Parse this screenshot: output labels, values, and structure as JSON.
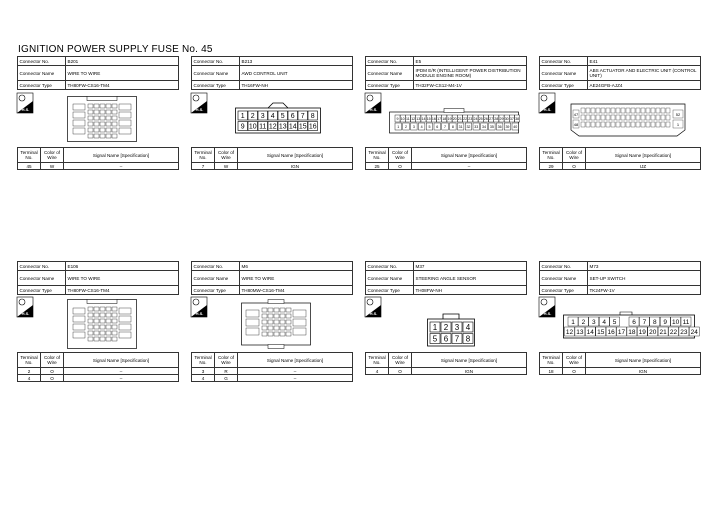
{
  "page_title": "IGNITION POWER SUPPLY FUSE No. 45",
  "labels": {
    "connector_no": "Connector No.",
    "connector_name": "Connector Name",
    "connector_type": "Connector Type",
    "terminal_no": "Terminal No.",
    "color_of_wire": "Color of Wire",
    "signal_name": "Signal Name [Specification]",
    "hs_badge": "H.S."
  },
  "connectors": [
    {
      "no": "B201",
      "name": "WIRE TO WIRE",
      "type": "TH80FW-CS16-TM4",
      "rows": [
        {
          "terminal": "45",
          "color": "W",
          "signal": "–"
        }
      ]
    },
    {
      "no": "B213",
      "name": "AWD CONTROL UNIT",
      "type": "TH16FW-NH",
      "rows": [
        {
          "terminal": "7",
          "color": "W",
          "signal": "IGN"
        }
      ],
      "pins": [
        "1",
        "2",
        "3",
        "4",
        "5",
        "6",
        "7",
        "8",
        "9",
        "10",
        "11",
        "12",
        "13",
        "14",
        "15",
        "16"
      ]
    },
    {
      "no": "E5",
      "name": "IPDM E/R (INTELLIGENT POWER DISTRIBUTION MODULE ENGINE ROOM)",
      "type": "TH32FW-CS12-M4-1V",
      "rows": [
        {
          "terminal": "25",
          "color": "O",
          "signal": "–"
        }
      ]
    },
    {
      "no": "E41",
      "name": "ABS ACTUATOR AND ELECTRIC UNIT (CONTROL UNIT)",
      "type": "AE24GFB-AJZ4",
      "rows": [
        {
          "terminal": "29",
          "color": "O",
          "signal": "IJZ"
        }
      ]
    },
    {
      "no": "E106",
      "name": "WIRE TO WIRE",
      "type": "TH80FW-CS16-TM4",
      "rows": [
        {
          "terminal": "2",
          "color": "O",
          "signal": "–"
        },
        {
          "terminal": "4",
          "color": "O",
          "signal": "–"
        }
      ]
    },
    {
      "no": "M6",
      "name": "WIRE TO WIRE",
      "type": "TH80MW-CS16-TM4",
      "rows": [
        {
          "terminal": "3",
          "color": "R",
          "signal": "–"
        },
        {
          "terminal": "4",
          "color": "G",
          "signal": "–"
        }
      ]
    },
    {
      "no": "M37",
      "name": "STEERING ANGLE SENSOR",
      "type": "TH08FW-NH",
      "rows": [
        {
          "terminal": "4",
          "color": "O",
          "signal": "IGN"
        }
      ],
      "pins": [
        "1",
        "2",
        "3",
        "4",
        "5",
        "6",
        "7",
        "8"
      ]
    },
    {
      "no": "M73",
      "name": "SET-UP SWITCH",
      "type": "TK24FW-1V",
      "rows": [
        {
          "terminal": "18",
          "color": "O",
          "signal": "IGN"
        }
      ],
      "pins": [
        "1",
        "2",
        "3",
        "4",
        "5",
        "6",
        "7",
        "8",
        "9",
        "10",
        "11",
        "12",
        "13",
        "14",
        "15",
        "16",
        "17",
        "18",
        "19",
        "20",
        "21",
        "22",
        "23",
        "24"
      ]
    }
  ],
  "e5_pins": {
    "top": [
      "9",
      "10",
      "11",
      "12",
      "13",
      "14",
      "15",
      "16",
      "17",
      "18",
      "19",
      "20",
      "21",
      "22",
      "23",
      "24",
      "25",
      "26",
      "27",
      "28",
      "29",
      "30",
      "37",
      "38"
    ],
    "bot": [
      "1",
      "2",
      "3",
      "4",
      "5",
      "6",
      "7",
      "8",
      "31",
      "32",
      "33",
      "34",
      "35",
      "36",
      "39",
      "40"
    ]
  },
  "e41_pins": {
    "left_top": "47",
    "left_bot": "48",
    "right_top": "52",
    "right_bot": "1"
  }
}
